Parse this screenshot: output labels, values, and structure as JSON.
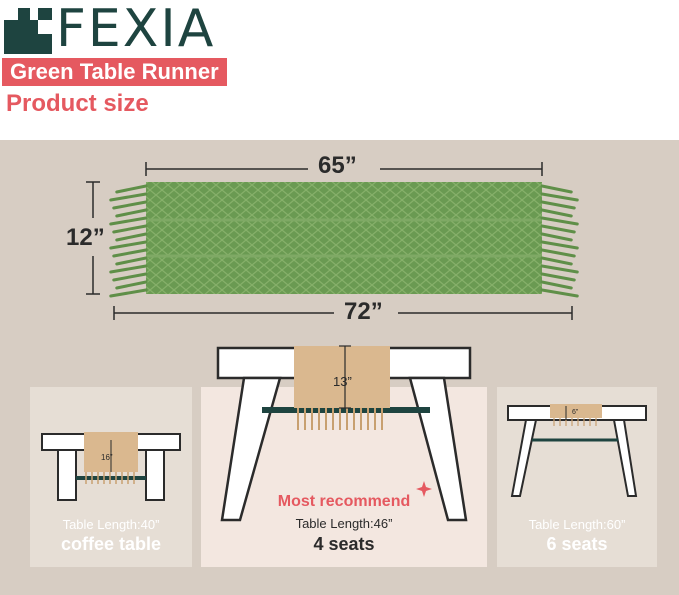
{
  "brand": {
    "name": "FEXIA",
    "colors": {
      "primary": "#1e4440",
      "accent": "#e55960"
    }
  },
  "header": {
    "product_badge": "Green Table Runner",
    "section_title": "Product size"
  },
  "runner": {
    "color": "#6a9a52",
    "width_label": "65”",
    "length_label": "72”",
    "height_label": "12”"
  },
  "tables": [
    {
      "drop_label": "16”",
      "length_text": "Table Length:40”",
      "type": "coffee table",
      "highlight": false
    },
    {
      "drop_label": "13”",
      "tag": "Most recommend",
      "length_text": "Table Length:46”",
      "type": "4 seats",
      "highlight": true
    },
    {
      "drop_label": "6”",
      "length_text": "Table Length:60”",
      "type": "6 seats",
      "highlight": false
    }
  ]
}
